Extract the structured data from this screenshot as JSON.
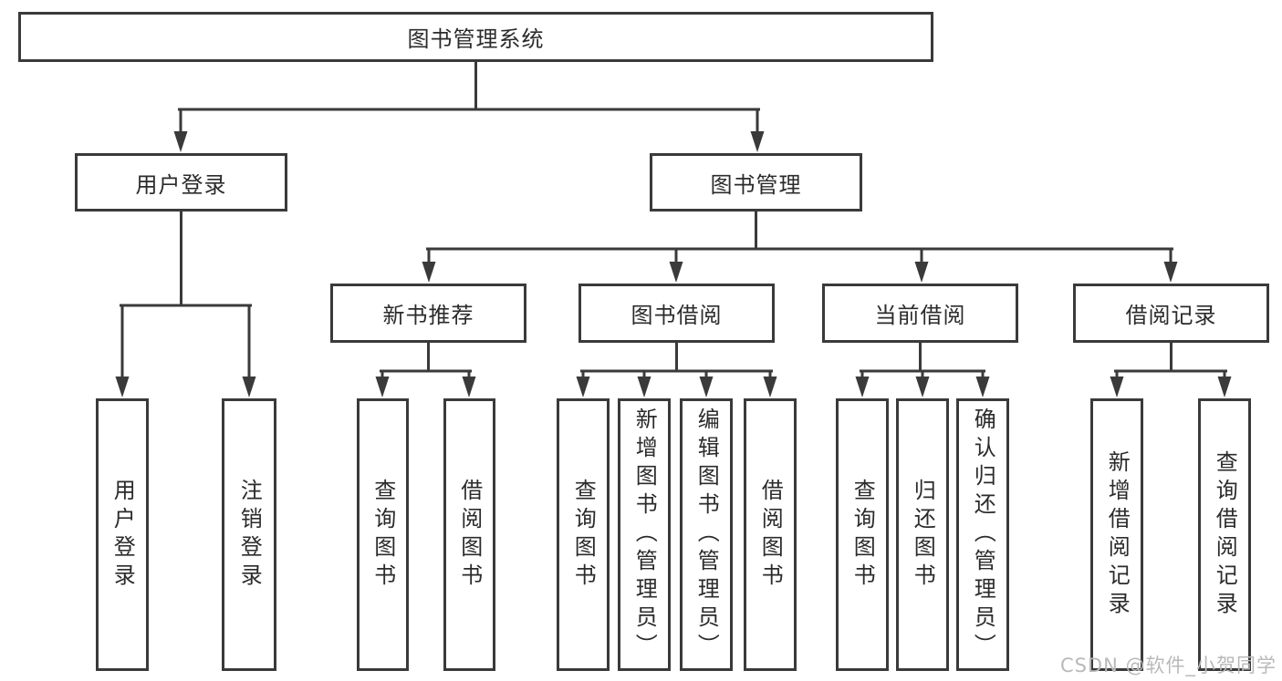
{
  "diagram": {
    "title": "图书管理系统",
    "level2": {
      "user_login": "用户登录",
      "book_management": "图书管理"
    },
    "level3": {
      "new_book_recommend": "新书推荐",
      "book_borrow": "图书借阅",
      "current_borrow": "当前借阅",
      "borrow_records": "借阅记录"
    },
    "leaves": {
      "user_login": "用户登录",
      "logout": "注销登录",
      "nb_query_books": "查询图书",
      "nb_borrow_books": "借阅图书",
      "bb_query_books": "查询图书",
      "bb_add_books": "新增图书（管理员）",
      "bb_edit_books": "编辑图书（管理员）",
      "bb_borrow_books": "借阅图书",
      "cb_query_books": "查询图书",
      "cb_return_books": "归还图书",
      "cb_confirm_return": "确认归还（管理员）",
      "br_add_record": "新增借阅记录",
      "br_query_record": "查询借阅记录"
    }
  },
  "watermark": "CSDN @软件_小贺同学",
  "colors": {
    "line": "#3a3a3a",
    "text": "#2b2b2b",
    "watermark": "#b9b9b9",
    "background": "#ffffff"
  }
}
